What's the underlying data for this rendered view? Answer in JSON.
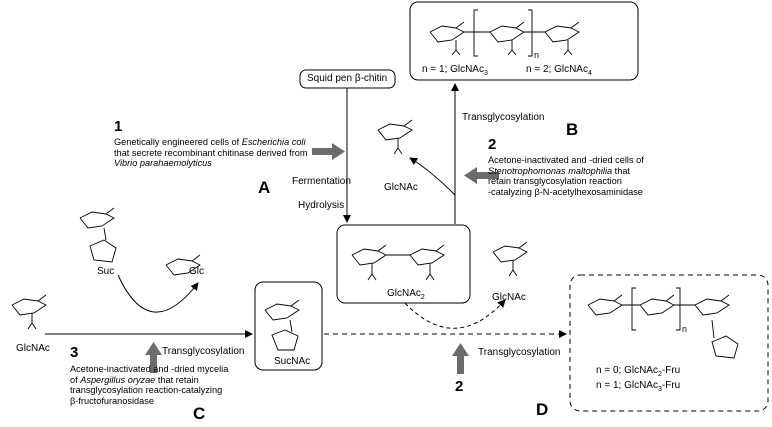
{
  "source": {
    "label": "Squid pen β-chitin"
  },
  "steps": {
    "fermentation": "Fermentation",
    "hydrolysis": "Hydrolysis",
    "transglycosylation_up": "Transglycosylation",
    "transglycosylation_c": "Transglycosylation",
    "transglycosylation_d": "Transglycosylation"
  },
  "catalysts": {
    "c1": {
      "num": "1",
      "line1": "Genetically engineered cells of ",
      "line1_italic": "Escherichia coli",
      "line2": "that secrete recombinant chitinase derived from",
      "line3_italic": "Vibrio parahaemolyticus"
    },
    "c2": {
      "num": "2",
      "line1": "Acetone-inactivated and -dried cells of",
      "line2_italic": "Stenotrophomonas maltophilia",
      "line2": " that",
      "line3": "retain transglycosylation reaction",
      "line4": "-catalyzing β-N-acetylhexosaminidase"
    },
    "c3": {
      "num": "3",
      "line1": "Acetone-inactivated and -dried mycelia",
      "line2": "of ",
      "line2_italic": "Aspergillus oryzae",
      "line2b": " that retain",
      "line3": "transglycosylation reaction-catalyzing",
      "line4": "β-fructofuranosidase"
    },
    "c2b": {
      "num": "2"
    }
  },
  "section_labels": {
    "A": "A",
    "B": "B",
    "C": "C",
    "D": "D"
  },
  "compounds": {
    "glcnac_top": "GlcNAc",
    "glcnac_left": "GlcNAc",
    "glcnac_right": "GlcNAc",
    "glcnac2": "GlcNAc",
    "glcnac2_sub": "2",
    "suc": "Suc",
    "glc": "Glc",
    "sucnac": "SucNAc",
    "oligo_b_line1": "n = 1; GlcNAc",
    "oligo_b_sub1": "3",
    "oligo_b_line2": "n = 2; GlcNAc",
    "oligo_b_sub2": "4",
    "oligo_d_line1": "n = 0; GlcNAc",
    "oligo_d_sub1": "2",
    "oligo_d_suf1": "-Fru",
    "oligo_d_line2": "n = 1; GlcNAc",
    "oligo_d_sub2": "3",
    "oligo_d_suf2": "-Fru",
    "bracket_n": "n"
  },
  "colors": {
    "line": "#000000",
    "arrow_gray": "#6b6b6b"
  }
}
